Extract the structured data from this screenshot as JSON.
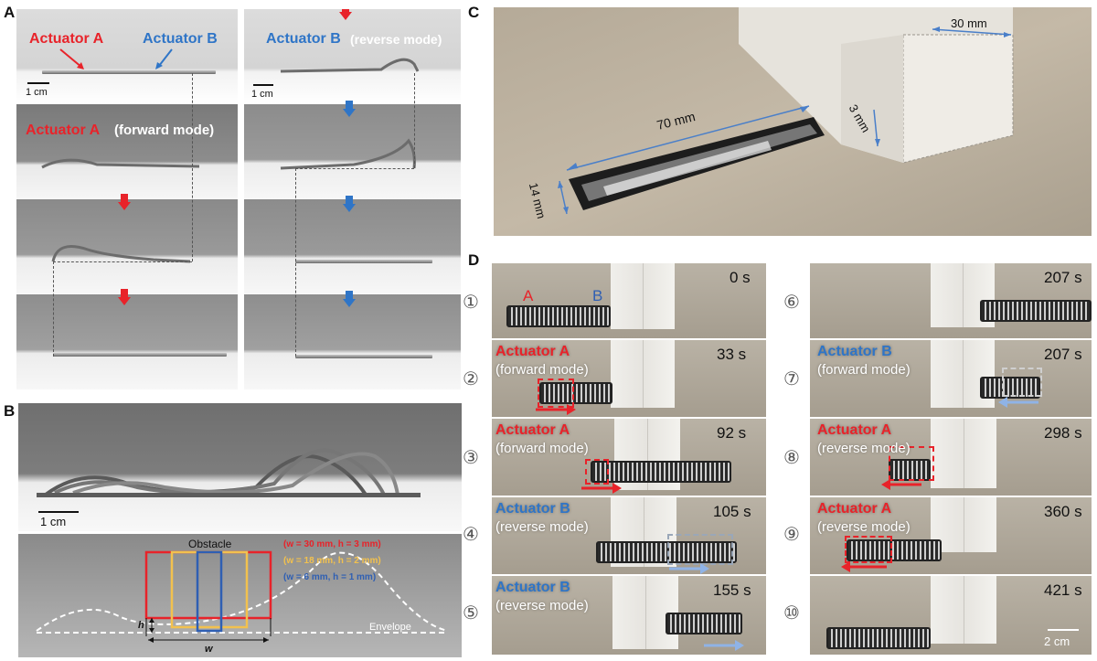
{
  "panels": {
    "a": "A",
    "b": "B",
    "c": "C",
    "d": "D"
  },
  "panel_a": {
    "left_col": {
      "actuator_a": "Actuator A",
      "actuator_b": "Actuator B",
      "scale": "1 cm",
      "forward_title": "Actuator A",
      "forward_mode": "(forward mode)"
    },
    "right_col": {
      "title": "Actuator B",
      "mode": "(reverse mode)",
      "scale": "1 cm"
    }
  },
  "panel_b": {
    "scale": "1 cm",
    "obstacle": "Obstacle",
    "envelope": "Envelope",
    "h_label": "h",
    "w_label": "w",
    "legend": [
      {
        "text": "(w = 30 mm, h = 3 mm)",
        "color": "#e8232a"
      },
      {
        "text": "(w = 18 mm, h = 2 mm)",
        "color": "#f2c14e"
      },
      {
        "text": "(w = 6 mm, h = 1 mm)",
        "color": "#2f5fb3"
      }
    ]
  },
  "panel_c": {
    "len_70": "70 mm",
    "len_14": "14 mm",
    "len_30": "30 mm",
    "len_3": "3 mm"
  },
  "panel_d": {
    "left": [
      {
        "num": "①",
        "time": "0 s",
        "label1": "A",
        "label2": "B"
      },
      {
        "num": "②",
        "time": "33 s",
        "title": "Actuator A",
        "mode": "(forward mode)"
      },
      {
        "num": "③",
        "time": "92 s",
        "title": "Actuator A",
        "mode": "(forward mode)"
      },
      {
        "num": "④",
        "time": "105 s",
        "title": "Actuator B",
        "mode": "(reverse mode)"
      },
      {
        "num": "⑤",
        "time": "155 s",
        "title": "Actuator B",
        "mode": "(reverse mode)"
      }
    ],
    "right": [
      {
        "num": "⑥",
        "time": "207 s"
      },
      {
        "num": "⑦",
        "time": "207 s",
        "title": "Actuator B",
        "mode": "(forward mode)"
      },
      {
        "num": "⑧",
        "time": "298 s",
        "title": "Actuator A",
        "mode": "(reverse mode)"
      },
      {
        "num": "⑨",
        "time": "360 s",
        "title": "Actuator A",
        "mode": "(reverse mode)"
      },
      {
        "num": "⑩",
        "time": "421 s"
      }
    ],
    "scale": "2 cm"
  },
  "colors": {
    "red": "#e8232a",
    "blue": "#2f75c7",
    "yellow": "#f2c14e",
    "navy": "#2f5fb3"
  }
}
